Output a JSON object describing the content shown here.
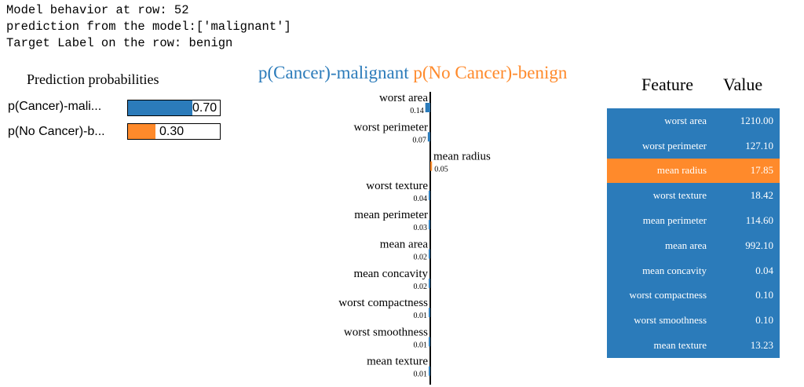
{
  "header": {
    "line1": "Model behavior at row: 52",
    "line2": "prediction from the model:['malignant']",
    "line3": "Target Label on the row: benign"
  },
  "prediction": {
    "title": "Prediction probabilities",
    "items": [
      {
        "label": "p(Cancer)-mali...",
        "value": 0.7,
        "display": "0.70",
        "color": "#2b7bba"
      },
      {
        "label": "p(No Cancer)-b...",
        "value": 0.3,
        "display": "0.30",
        "color": "#ff8a2b"
      }
    ]
  },
  "legend": {
    "positive": "p(Cancer)-malignant",
    "negative": "p(No Cancer)-benign",
    "positive_color": "#2b7bba",
    "negative_color": "#ff8a2b"
  },
  "chart_data": {
    "type": "bar",
    "orientation": "horizontal",
    "categories": [
      "worst area",
      "worst perimeter",
      "mean radius",
      "worst texture",
      "mean perimeter",
      "mean area",
      "mean concavity",
      "worst compactness",
      "worst smoothness",
      "mean texture"
    ],
    "values": [
      0.14,
      0.07,
      0.05,
      0.04,
      0.03,
      0.02,
      0.02,
      0.01,
      0.01,
      0.01
    ],
    "value_labels": [
      "0.14",
      "0.07",
      "0.05",
      "0.04",
      "0.03",
      "0.02",
      "0.02",
      "0.01",
      "0.01",
      "0.01"
    ],
    "direction": [
      "positive",
      "positive",
      "negative",
      "positive",
      "positive",
      "positive",
      "positive",
      "positive",
      "positive",
      "positive"
    ]
  },
  "table": {
    "header_feature": "Feature",
    "header_value": "Value",
    "row_color": "#2b7bba",
    "highlight_color": "#ff8a2b",
    "rows": [
      {
        "feature": "worst area",
        "value": "1210.00",
        "highlight": false
      },
      {
        "feature": "worst perimeter",
        "value": "127.10",
        "highlight": false
      },
      {
        "feature": "mean radius",
        "value": "17.85",
        "highlight": true
      },
      {
        "feature": "worst texture",
        "value": "18.42",
        "highlight": false
      },
      {
        "feature": "mean perimeter",
        "value": "114.60",
        "highlight": false
      },
      {
        "feature": "mean area",
        "value": "992.10",
        "highlight": false
      },
      {
        "feature": "mean concavity",
        "value": "0.04",
        "highlight": false
      },
      {
        "feature": "worst compactness",
        "value": "0.10",
        "highlight": false
      },
      {
        "feature": "worst smoothness",
        "value": "0.10",
        "highlight": false
      },
      {
        "feature": "mean texture",
        "value": "13.23",
        "highlight": false
      }
    ]
  }
}
